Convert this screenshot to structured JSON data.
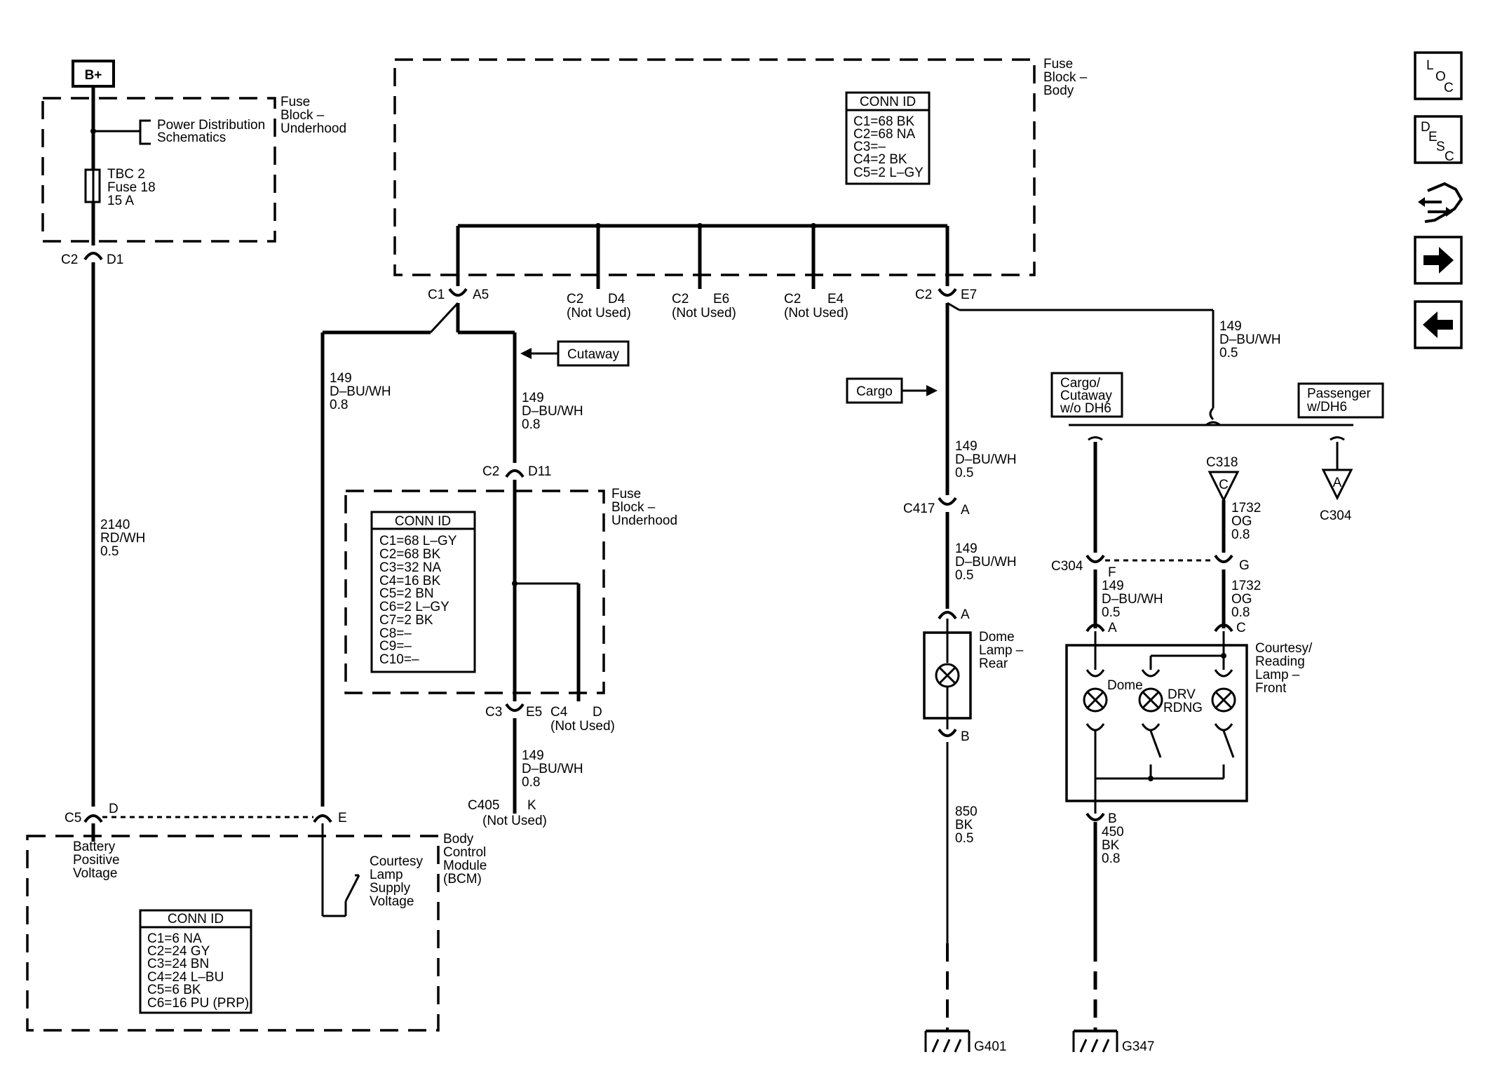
{
  "power_source": "B+",
  "fuse_block_underhood_top": {
    "label": [
      "Fuse",
      "Block –",
      "Underhood"
    ],
    "power_ref": [
      "Power Distribution",
      "Schematics"
    ],
    "fuse": [
      "TBC 2",
      "Fuse 18",
      "15 A"
    ]
  },
  "fuse_block_body": {
    "label": [
      "Fuse",
      "Block –",
      "Body"
    ],
    "conn_id": {
      "title": "CONN ID",
      "rows": [
        "C1=68 BK",
        "C2=68 NA",
        "C3=–",
        "C4=2 BK",
        "C5=2 L–GY"
      ]
    }
  },
  "fuse_block_underhood_mid": {
    "label": [
      "Fuse",
      "Block –",
      "Underhood"
    ],
    "conn_id": {
      "title": "CONN ID",
      "rows": [
        "C1=68 L–GY",
        "C2=68 BK",
        "C3=32 NA",
        "C4=16 BK",
        "C5=2 BN",
        "C6=2 L–GY",
        "C7=2 BK",
        "C8=–",
        "C9=–",
        "C10=–"
      ]
    }
  },
  "bcm": {
    "label": [
      "Body",
      "Control",
      "Module",
      "(BCM)"
    ],
    "battery_label": [
      "Battery",
      "Positive",
      "Voltage"
    ],
    "courtesy_label": [
      "Courtesy",
      "Lamp",
      "Supply",
      "Voltage"
    ],
    "conn_id": {
      "title": "CONN ID",
      "rows": [
        "C1=6 NA",
        "C2=24 GY",
        "C3=24 BN",
        "C4=24 L–BU",
        "C5=6 BK",
        "C6=16 PU (PRP)"
      ]
    }
  },
  "connectors": {
    "c2_d1": [
      "C2",
      "D1"
    ],
    "c1_a5": [
      "C1",
      "A5"
    ],
    "c2_d4": [
      "C2",
      "D4",
      "(Not Used)"
    ],
    "c2_e6": [
      "C2",
      "E6",
      "(Not Used)"
    ],
    "c2_e4": [
      "C2",
      "E4",
      "(Not Used)"
    ],
    "c2_e7": [
      "C2",
      "E7"
    ],
    "c2_d11": [
      "C2",
      "D11"
    ],
    "c3_e5": [
      "C3",
      "E5"
    ],
    "c4_d": [
      "C4",
      "D",
      "(Not Used)"
    ],
    "c405_k": [
      "C405",
      "K",
      "(Not Used)"
    ],
    "c5_d": [
      "C5",
      "D"
    ],
    "e": "E",
    "c417_a": [
      "C417",
      "A"
    ],
    "c304_f": [
      "C304",
      "F"
    ],
    "g": "G",
    "c318": "C318",
    "c318_letter": "C",
    "c304_ref": "C304",
    "c304_letter": "A",
    "dome_rear_a": "A",
    "dome_rear_b": "B",
    "front_a": "A",
    "front_c": "C",
    "front_b": "B"
  },
  "wires": {
    "w2140": [
      "2140",
      "RD/WH",
      "0.5"
    ],
    "w149_left": [
      "149",
      "D–BU/WH",
      "0.8"
    ],
    "w149_mid1": [
      "149",
      "D–BU/WH",
      "0.8"
    ],
    "w149_mid2": [
      "149",
      "D–BU/WH",
      "0.8"
    ],
    "w149_right_top": [
      "149",
      "D–BU/WH",
      "0.5"
    ],
    "w149_cargo1": [
      "149",
      "D–BU/WH",
      "0.5"
    ],
    "w149_cargo2": [
      "149",
      "D–BU/WH",
      "0.5"
    ],
    "w149_front": [
      "149",
      "D–BU/WH",
      "0.5"
    ],
    "w1732_top": [
      "1732",
      "OG",
      "0.8"
    ],
    "w1732_bot": [
      "1732",
      "OG",
      "0.8"
    ],
    "w850": [
      "850",
      "BK",
      "0.5"
    ],
    "w450": [
      "450",
      "BK",
      "0.8"
    ]
  },
  "options": {
    "cutaway": "Cutaway",
    "cargo": "Cargo",
    "cargo_cutaway": [
      "Cargo/",
      "Cutaway",
      "w/o DH6"
    ],
    "passenger": [
      "Passenger",
      "w/DH6"
    ]
  },
  "lamps": {
    "dome_rear": [
      "Dome",
      "Lamp –",
      "Rear"
    ],
    "courtesy_front": [
      "Courtesy/",
      "Reading",
      "Lamp –",
      "Front"
    ],
    "dome": "Dome",
    "drv_rdng": [
      "DRV",
      "RDNG"
    ]
  },
  "grounds": {
    "g401": "G401",
    "g347": "G347"
  },
  "nav": {
    "loc": [
      "L",
      "O",
      "C"
    ],
    "desc": [
      "D",
      "E",
      "S",
      "C"
    ],
    "icons": [
      "connector-icon",
      "next-arrow-icon",
      "prev-arrow-icon"
    ]
  }
}
